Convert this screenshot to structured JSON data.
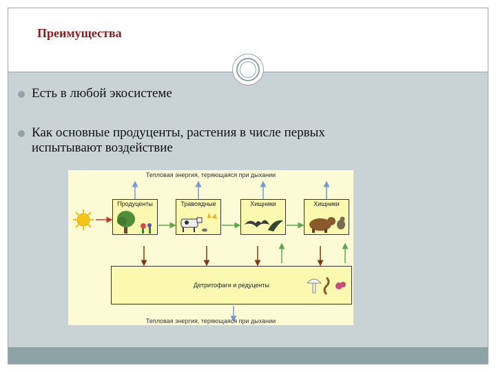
{
  "slide": {
    "title": "Преимущества",
    "bullets": [
      "Есть в любой экосистеме",
      "Как основные продуценты, растения в числе первых",
      "испытывают воздействие"
    ]
  },
  "diagram": {
    "top_energy_label": "Тепловая энергия, теряющаяся при дыхании",
    "bottom_energy_label": "Тепловая энергия, теряющаяся при дыхании",
    "boxes": [
      "Продуценты",
      "Травоядные",
      "Хищники",
      "Хищники"
    ],
    "decomposers_label": "Детритофаги и редуценты"
  },
  "colors": {
    "title": "#8b1a1a",
    "energy_arrow": "#6f9bd6",
    "flow_arrow": "#c0392b",
    "detritus_arrow": "#7a3a12",
    "return_arrow": "#5aa84a"
  }
}
